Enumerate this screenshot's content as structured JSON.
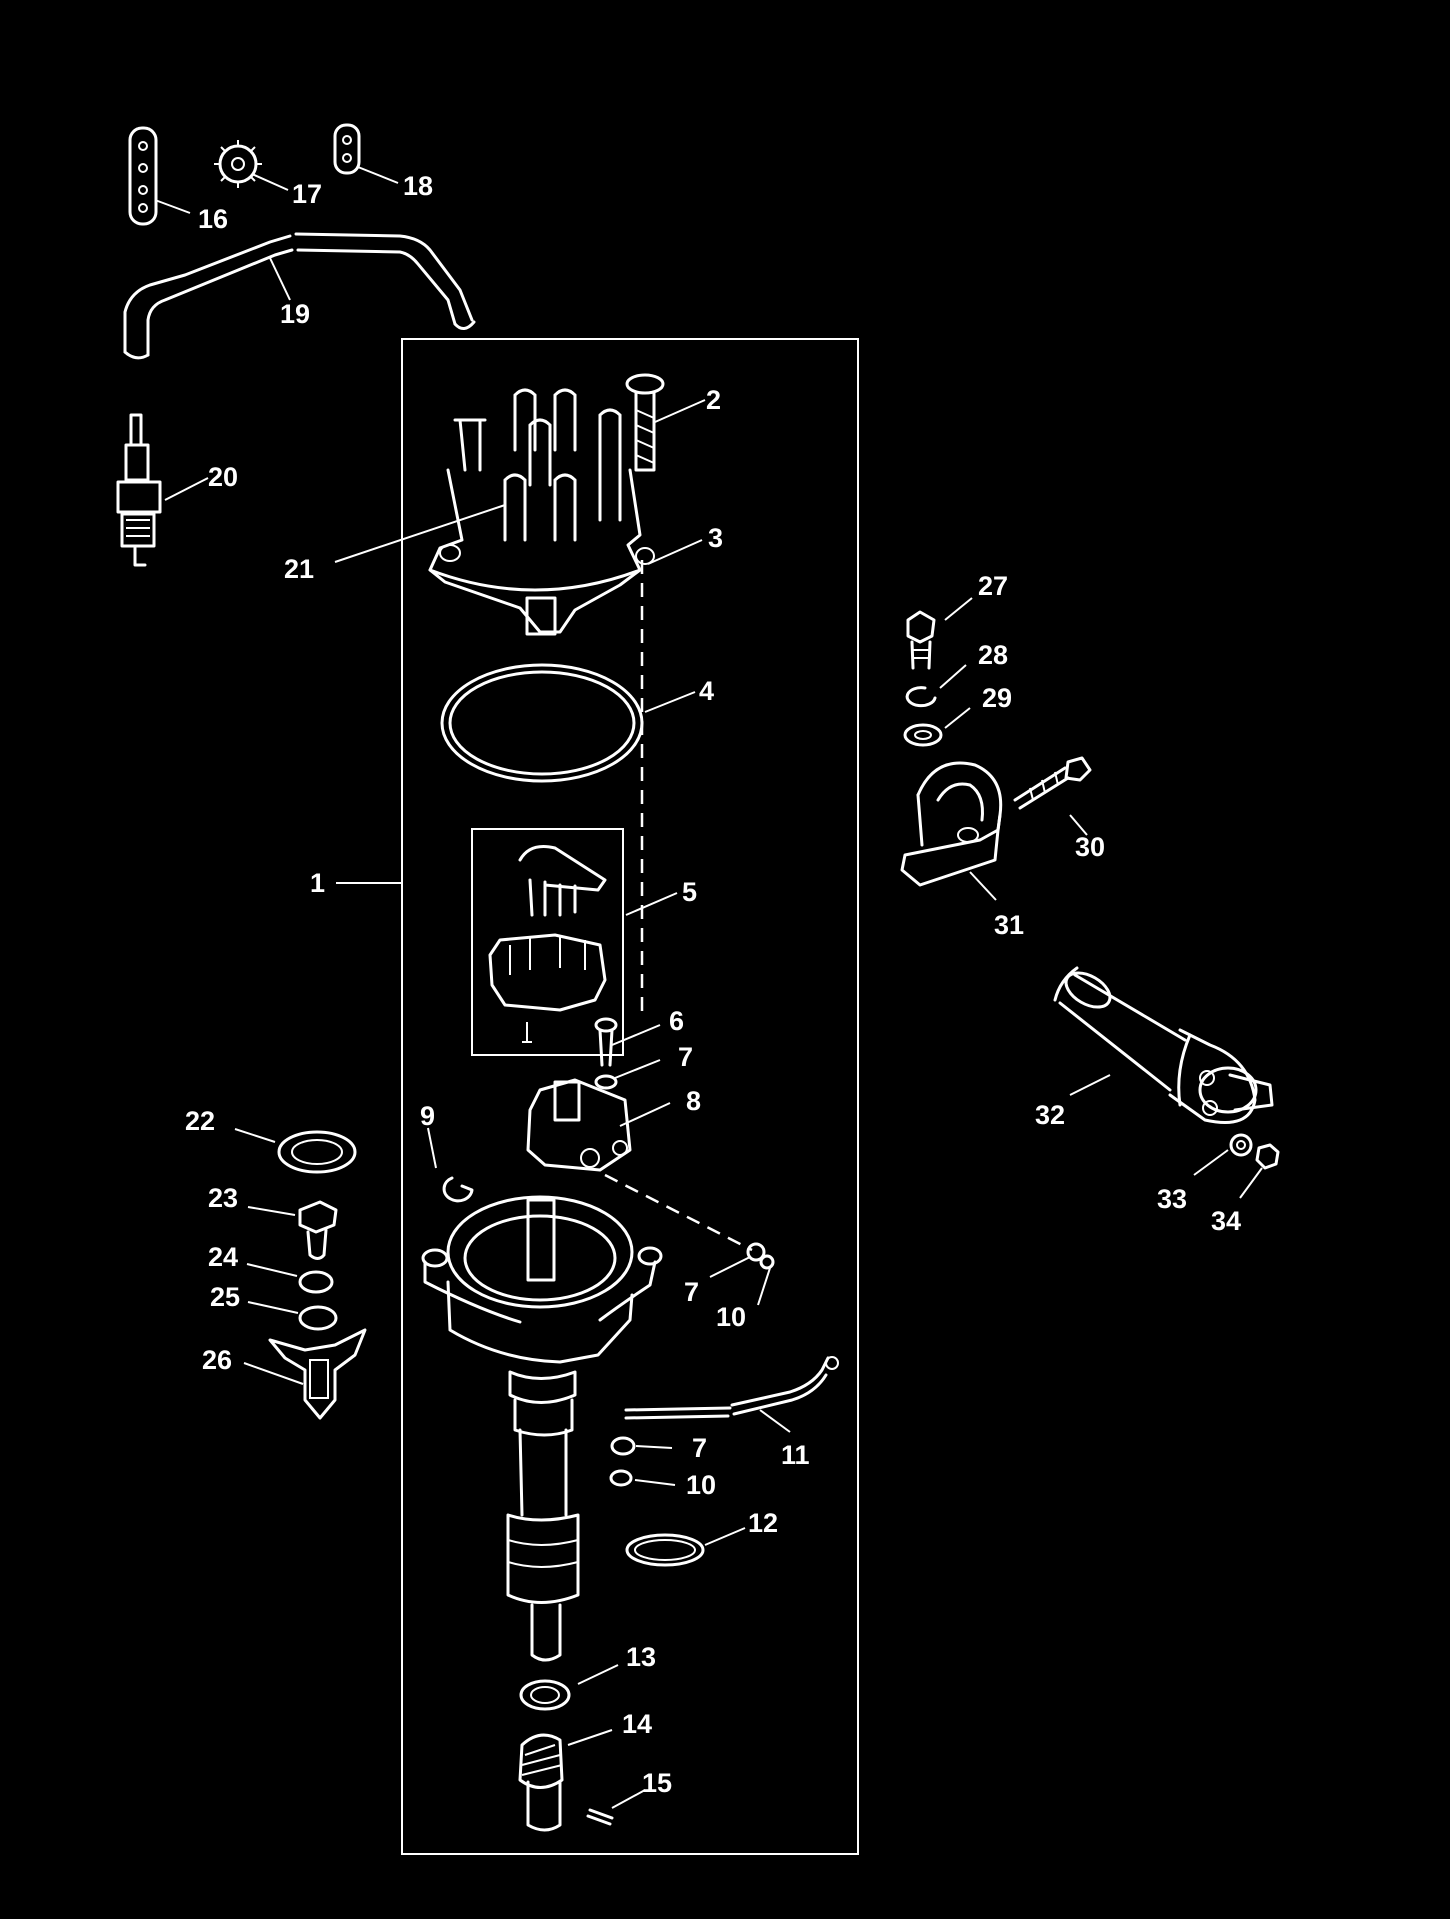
{
  "diagram": {
    "background": "#000000",
    "foreground": "#ffffff",
    "callouts": [
      "1",
      "2",
      "3",
      "4",
      "5",
      "6",
      "7",
      "7",
      "7",
      "8",
      "9",
      "10",
      "10",
      "11",
      "12",
      "13",
      "14",
      "15",
      "16",
      "17",
      "18",
      "19",
      "20",
      "21",
      "22",
      "23",
      "24",
      "25",
      "26",
      "27",
      "28",
      "29",
      "30",
      "31",
      "32",
      "33",
      "34"
    ]
  }
}
